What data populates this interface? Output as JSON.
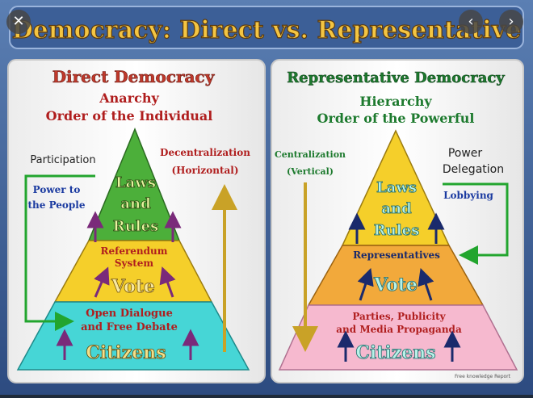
{
  "header": {
    "title": "Democracy: Direct vs. Representative"
  },
  "left": {
    "title": "Direct Democracy",
    "sub1": "Anarchy",
    "sub2": "Order of the Individual",
    "participation": "Participation",
    "power_to": "Power to",
    "the_people": "the People",
    "decentralization": "Decentralization",
    "horizontal": "(Horizontal)",
    "laws": "Laws",
    "and": "and",
    "rules": "Rules",
    "referendum": "Referendum",
    "system": "System",
    "vote": "Vote",
    "open_dialogue": "Open Dialogue",
    "free_debate": "and Free Debate",
    "citizens": "Citizens"
  },
  "right": {
    "title": "Representative Democracy",
    "sub1": "Hierarchy",
    "sub2": "Order of the Powerful",
    "centralization": "Centralization",
    "vertical": "(Vertical)",
    "power": "Power",
    "delegation": "Delegation",
    "lobbying": "Lobbying",
    "laws": "Laws",
    "and": "and",
    "rules": "Rules",
    "representatives": "Representatives",
    "vote": "Vote",
    "parties": "Parties, Publicity",
    "media": "and Media Propaganda",
    "citizens": "Citizens",
    "credit": "Free knowledge Report"
  },
  "colors": {
    "title_fill": "#f4c542",
    "left_title": "#c0392b",
    "right_title": "#1d7a2e",
    "green_layer": "#4caf3a",
    "yellow_layer": "#f5cf2a",
    "cyan_layer": "#46d6d6",
    "pink_layer": "#f6b9cf",
    "arrow_purple": "#7a2a7a",
    "arrow_navy": "#1a2a6c"
  },
  "icons": {
    "close": "close-icon",
    "prev": "chevron-left-icon",
    "next": "chevron-right-icon"
  }
}
